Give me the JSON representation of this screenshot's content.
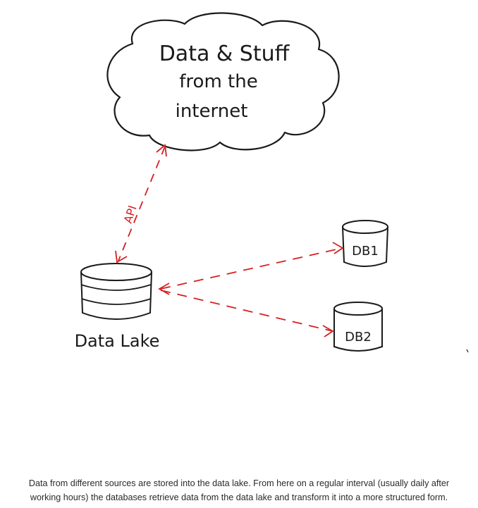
{
  "diagram": {
    "cloud_lines": [
      "Data & Stuff",
      "from the",
      "internet"
    ],
    "api_label": "API",
    "data_lake_label": "Data Lake",
    "db1_label": "DB1",
    "db2_label": "DB2",
    "colors": {
      "ink": "#1a1a1a",
      "arrow": "#d62020"
    }
  },
  "caption": {
    "line1": "Data from different sources are stored into the data lake. From here on a regular interval (usually daily after",
    "line2": "working hours) the databases retrieve data from the data lake and transform it into a more structured form."
  }
}
